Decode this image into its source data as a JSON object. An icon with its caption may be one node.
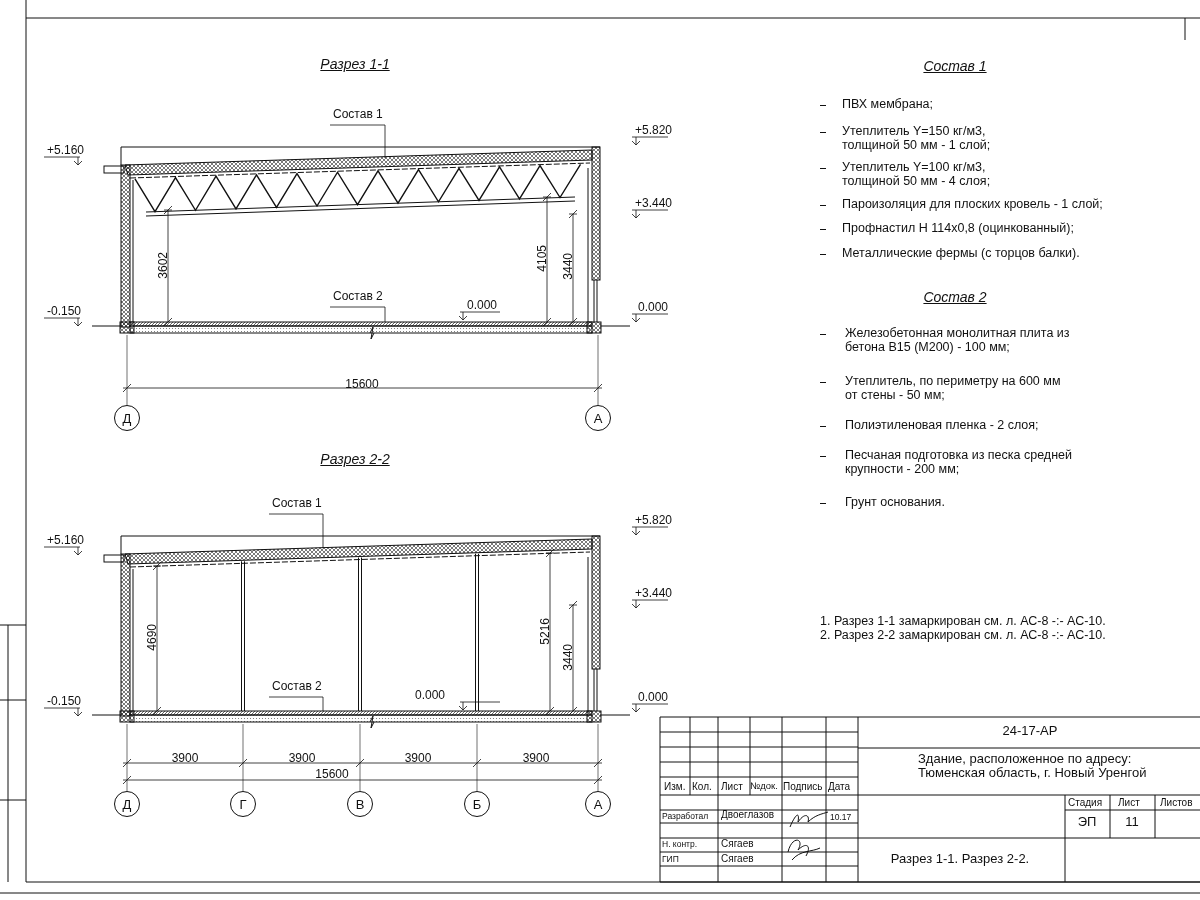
{
  "diagram": {
    "nodes": [
      {
        "text": [
          "Состав 1"
        ]
      },
      {
        "text": [
          "Состав 2"
        ]
      },
      {
        "text": [
          "Д"
        ]
      },
      {
        "text": [
          "А"
        ]
      },
      {
        "text": [
          "Состав 1"
        ]
      },
      {
        "text": [
          "Состав 2"
        ]
      },
      {
        "text": [
          "Д"
        ]
      },
      {
        "text": [
          "Г"
        ]
      },
      {
        "text": [
          "В"
        ]
      },
      {
        "text": [
          "Б"
        ]
      },
      {
        "text": [
          "А"
        ]
      },
      {
        "text": [],
        "shape": "bar"
      },
      {
        "text": [],
        "shape": "bar"
      },
      {
        "text": [],
        "shape": "bar"
      },
      {
        "text": [],
        "shape": "bar"
      }
    ],
    "edges": [
      {
        "from": 0,
        "to": 11,
        "arrow": "none"
      },
      {
        "from": 1,
        "to": 12,
        "arrow": "none"
      },
      {
        "from": 4,
        "to": 13,
        "arrow": "none"
      },
      {
        "from": 5,
        "to": 14,
        "arrow": "none"
      }
    ],
    "labels": [
      "Разрез 1-1",
      "Состав 1",
      "ПВХ мембрана;",
      "Утеплитель Y=150 кг/м3, толщиной 50 мм - 1 слой;",
      "Утеплитель Y=100 кг/м3, толщиной 50 мм - 4 слоя;",
      "Пароизоляция для плоских кровель - 1 слой;",
      "Профнастил Н 114х0,8 (оцинкованный);",
      "Металлические фермы (с торцов балки).",
      "Состав 2",
      "Железобетонная монолитная плита из бетона В15 (М200) - 100 мм;",
      "Утеплитель, по периметру на 600 мм от стены - 50 мм;",
      "Полиэтиленовая пленка - 2 слоя;",
      "Песчаная подготовка из песка средней крупности - 200 мм;",
      "Грунт основания.",
      "1. Разрез 1-1 замаркирован см. л. АС-8 -:- АС-10.",
      "2. Разрез 2-2 замаркирован см. л. АС-8 -:- АС-10.",
      "+5.160",
      "+5.820",
      "+3.440",
      "-0.150",
      "0.000",
      "0.000",
      "3602",
      "4105",
      "3440",
      "15600",
      "Разрез 2-2",
      "+5.160",
      "+5.820",
      "+3.440",
      "-0.150",
      "0.000",
      "0.000",
      "4690",
      "5216",
      "3440",
      "3900",
      "3900",
      "3900",
      "3900",
      "15600",
      "24-17-АР",
      "Здание, расположенное по адресу: Тюменская область, г. Новый Уренгой",
      "Изм.",
      "Кол.",
      "Лист",
      "№док.",
      "Подпись",
      "Дата",
      "Разработал",
      "Двоеглазов",
      "10.17",
      "Н. контр.",
      "Сягаев",
      "ГИП",
      "Сягаев",
      "Стадия",
      "Лист",
      "Листов",
      "ЭП",
      "11",
      "Разрез 1-1. Разрез 2-2."
    ]
  }
}
